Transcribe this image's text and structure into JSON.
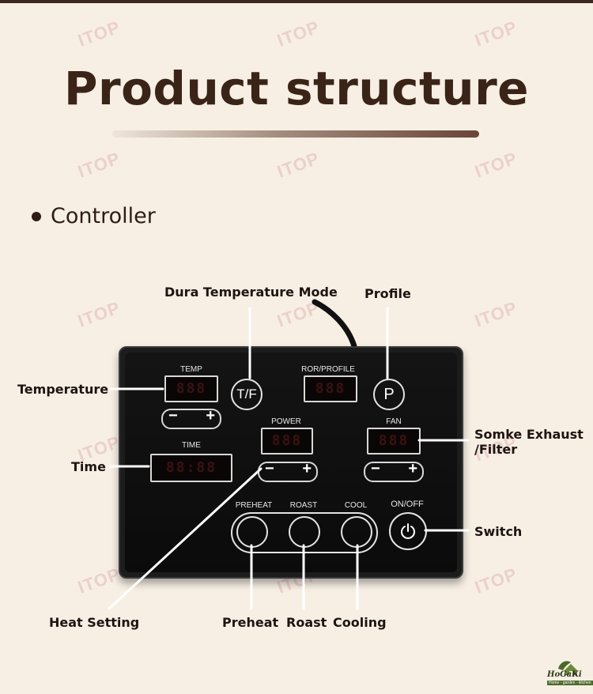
{
  "title": "Product structure",
  "section": "Controller",
  "watermark": "ITOP",
  "device": {
    "temp_label": "TEMP",
    "temp_display": "888",
    "time_label": "TIME",
    "time_display": "88:88",
    "ror_label": "ROR/PROFILE",
    "ror_display": "888",
    "power_label": "POWER",
    "power_display": "888",
    "fan_label": "FAN",
    "fan_display": "888",
    "tf_button": "T/F",
    "profile_button": "P",
    "preheat_label": "PREHEAT",
    "roast_label": "ROAST",
    "cool_label": "COOL",
    "onoff_label": "ON/OFF",
    "minus": "−",
    "plus": "+"
  },
  "callouts": {
    "dura_temp_mode": "Dura Temperature Mode",
    "profile": "Profile",
    "temperature": "Temperature",
    "time": "Time",
    "smoke_exhaust": "Somke Exhaust",
    "filter": "/Filter",
    "switch": "Switch",
    "heat_setting": "Heat Setting",
    "preheat": "Preheat",
    "roast": "Roast",
    "cooling": "Cooling"
  },
  "logo": {
    "name": "HoGaKi",
    "tagline": "Home - garden - kitchen"
  },
  "colors": {
    "background": "#f7efe4",
    "title": "#3a2418",
    "device": "#1c1c1c",
    "watermark": "#e9c9c4"
  }
}
